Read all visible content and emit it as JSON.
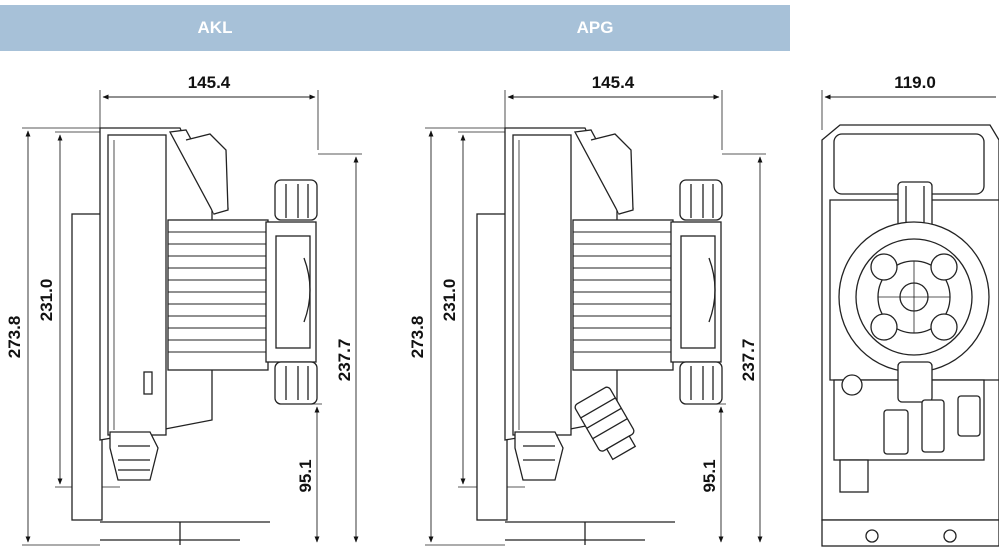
{
  "header": {
    "models": [
      {
        "label": "AKL"
      },
      {
        "label": "APG"
      }
    ],
    "band_color": "#a7c1d8"
  },
  "views": {
    "akl_side": {
      "width_dim": "145.4",
      "total_height_dim": "273.8",
      "body_height_dim": "231.0",
      "head_height_dim": "237.7",
      "outlet_height_dim": "95.1"
    },
    "apg_side": {
      "width_dim": "145.4",
      "total_height_dim": "273.8",
      "body_height_dim": "231.0",
      "head_height_dim": "237.7",
      "outlet_height_dim": "95.1"
    },
    "front": {
      "width_dim": "119.0"
    }
  }
}
